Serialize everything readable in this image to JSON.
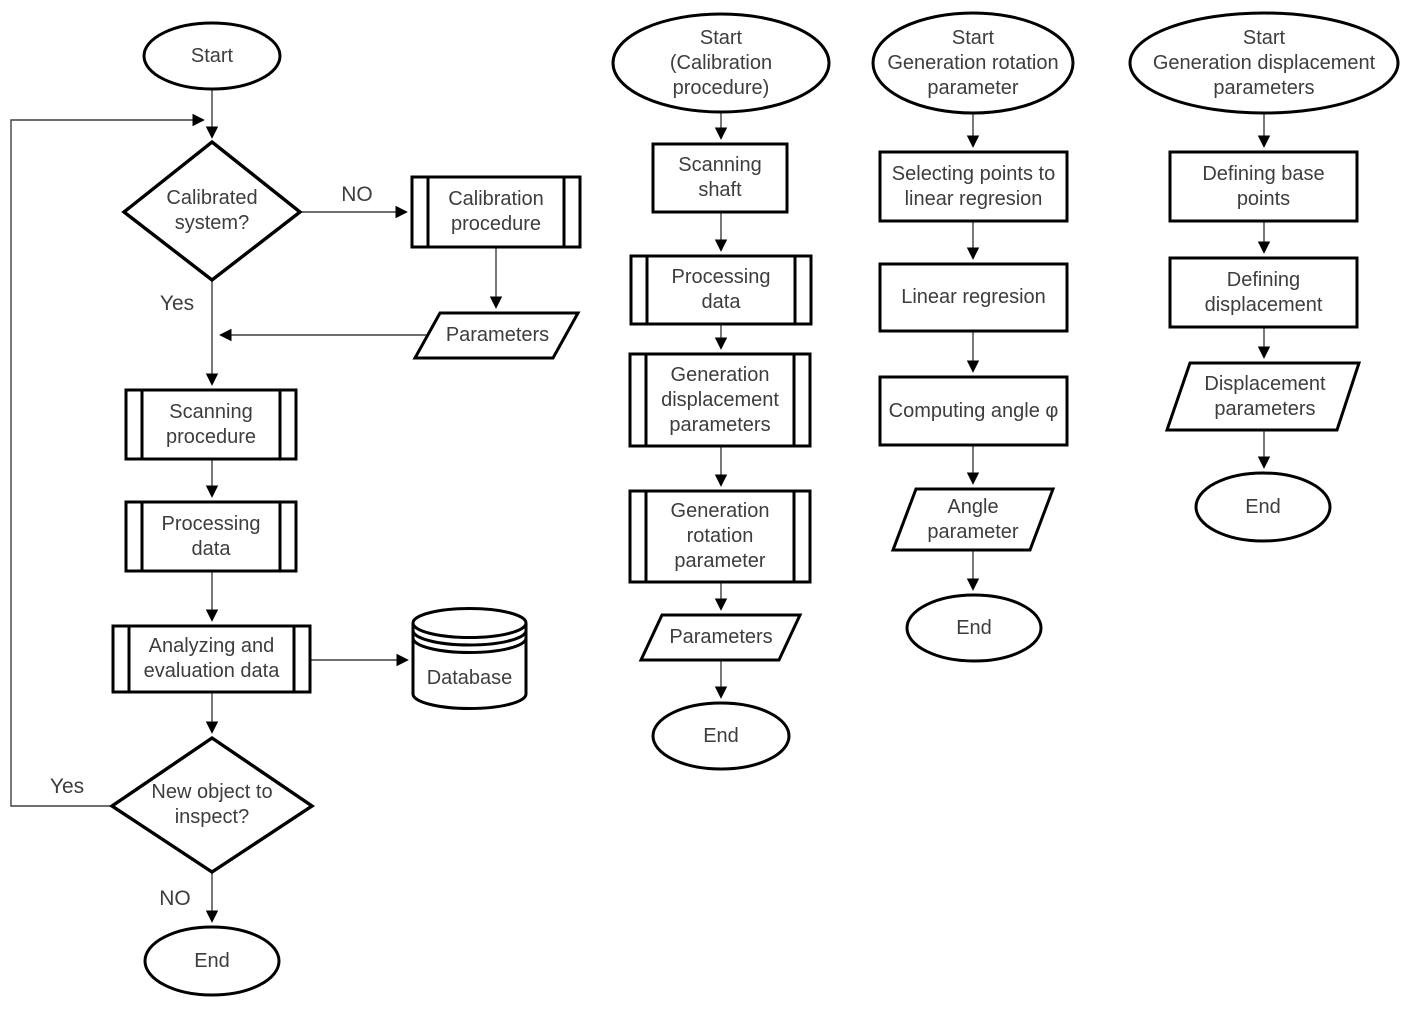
{
  "colors": {
    "background": "#ffffff",
    "shape_stroke": "#000000",
    "connector": "#3f3f3f",
    "text": "#3d3d3d"
  },
  "flow_main": {
    "start": "Start",
    "decision_calibrated": "Calibrated\nsystem?",
    "edge_no": "NO",
    "edge_yes": "Yes",
    "calibration_procedure": "Calibration\nprocedure",
    "parameters": "Parameters",
    "scanning_procedure": "Scanning\nprocedure",
    "processing_data": "Processing\ndata",
    "analyzing_evaluation": "Analyzing and\nevaluation data",
    "database": "Database",
    "decision_new_object": "New object to\ninspect?",
    "edge_yes_loop": "Yes",
    "edge_no_end": "NO",
    "end": "End"
  },
  "flow_calibration": {
    "start": "Start\n(Calibration\nprocedure)",
    "scanning_shaft": "Scanning\nshaft",
    "processing_data": "Processing\ndata",
    "generation_displacement": "Generation\ndisplacement\nparameters",
    "generation_rotation": "Generation\nrotation\nparameter",
    "parameters": "Parameters",
    "end": "End"
  },
  "flow_rotation": {
    "start": "Start\nGeneration rotation\nparameter",
    "selecting_points": "Selecting points to\nlinear regresion",
    "linear_regression": "Linear regresion",
    "computing_angle": "Computing angle φ",
    "angle_parameter": "Angle\nparameter",
    "end": "End"
  },
  "flow_displacement": {
    "start": "Start\nGeneration displacement\nparameters",
    "defining_base_points": "Defining base\npoints",
    "defining_displacement": "Defining\ndisplacement",
    "displacement_parameters": "Displacement\nparameters",
    "end": "End"
  }
}
